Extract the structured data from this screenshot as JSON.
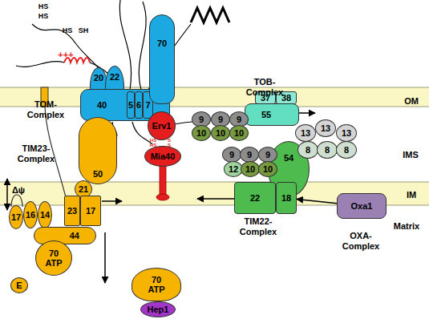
{
  "diagram": {
    "nodes": [
      {
        "text": [
          "20"
        ]
      },
      {
        "text": [
          "22"
        ]
      },
      {
        "text": [
          "40"
        ]
      },
      {
        "text": [
          "5"
        ]
      },
      {
        "text": [
          "6"
        ]
      },
      {
        "text": [
          "7"
        ]
      },
      {
        "text": [
          "70"
        ]
      },
      {
        "text": [
          "37"
        ]
      },
      {
        "text": [
          "38"
        ]
      },
      {
        "text": [
          "55"
        ]
      },
      {
        "text": [
          "13"
        ]
      },
      {
        "text": [
          "13"
        ]
      },
      {
        "text": [
          "13"
        ]
      },
      {
        "text": [
          "8"
        ]
      },
      {
        "text": [
          "8"
        ]
      },
      {
        "text": [
          "8"
        ]
      },
      {
        "text": [
          "Erv1"
        ]
      },
      {
        "text": [
          "9"
        ]
      },
      {
        "text": [
          "9"
        ]
      },
      {
        "text": [
          "9"
        ]
      },
      {
        "text": [
          "10"
        ]
      },
      {
        "text": [
          "10"
        ]
      },
      {
        "text": [
          "10"
        ]
      },
      {
        "text": [
          "50"
        ]
      },
      {
        "text": [
          "21"
        ]
      },
      {
        "text": [
          "Mia40"
        ]
      },
      {
        "text": [
          "9"
        ]
      },
      {
        "text": [
          "9"
        ]
      },
      {
        "text": [
          "9"
        ]
      },
      {
        "text": [
          "12"
        ]
      },
      {
        "text": [
          "10"
        ]
      },
      {
        "text": [
          "10"
        ]
      },
      {
        "text": [
          "54"
        ]
      },
      {
        "text": [
          "23"
        ]
      },
      {
        "text": [
          "17"
        ]
      },
      {
        "text": [
          "22"
        ]
      },
      {
        "text": [
          "18"
        ]
      },
      {
        "text": [
          "Oxa1"
        ]
      },
      {
        "text": [
          "17"
        ]
      },
      {
        "text": [
          "16"
        ]
      },
      {
        "text": [
          "14"
        ]
      },
      {
        "text": [
          "44"
        ]
      },
      {
        "text": [
          "70 ATP"
        ]
      },
      {
        "text": [
          "E"
        ]
      },
      {
        "text": [
          "70 ATP"
        ]
      },
      {
        "text": [
          "Hep1"
        ]
      }
    ],
    "edges": [
      {
        "from": 37,
        "to": 36,
        "arrow": "to"
      }
    ],
    "labels": [
      "HS",
      "HS",
      "HS",
      "SH",
      "+++",
      "TOM-Complex",
      "TOB-Complex",
      "OM",
      "TIM23-Complex",
      "HS",
      "HS",
      "S",
      "S",
      "IMS",
      "Δψ",
      "IM",
      "TIM22-Complex",
      "OXA-Complex",
      "Matrix"
    ]
  }
}
